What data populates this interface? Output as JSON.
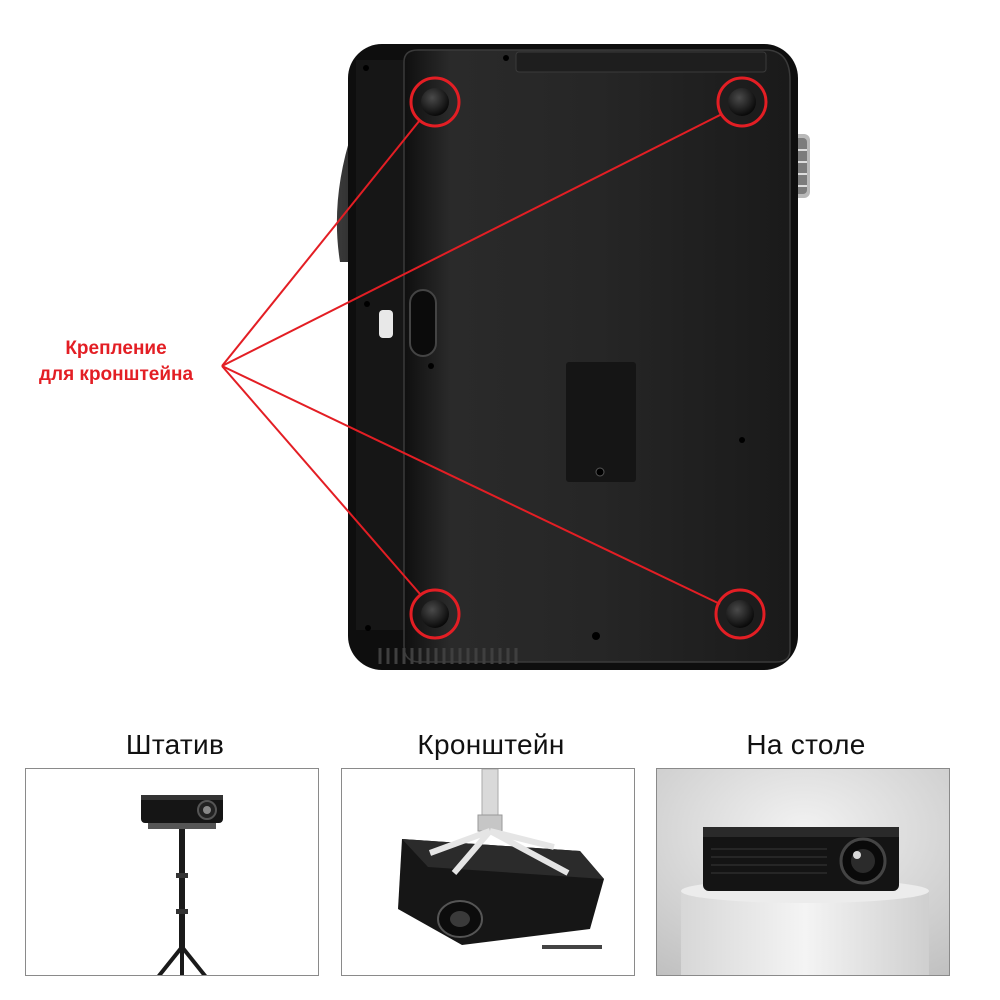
{
  "main": {
    "annotation": {
      "line1": "Крепление",
      "line2": "для кронштейна"
    }
  },
  "mounting_options": [
    {
      "label": "Штатив"
    },
    {
      "label": "Кронштейн"
    },
    {
      "label": "На столе"
    }
  ],
  "colors": {
    "accent": "#e31e24",
    "projector_body": "#1c1c1c",
    "caption_text": "#111111"
  }
}
